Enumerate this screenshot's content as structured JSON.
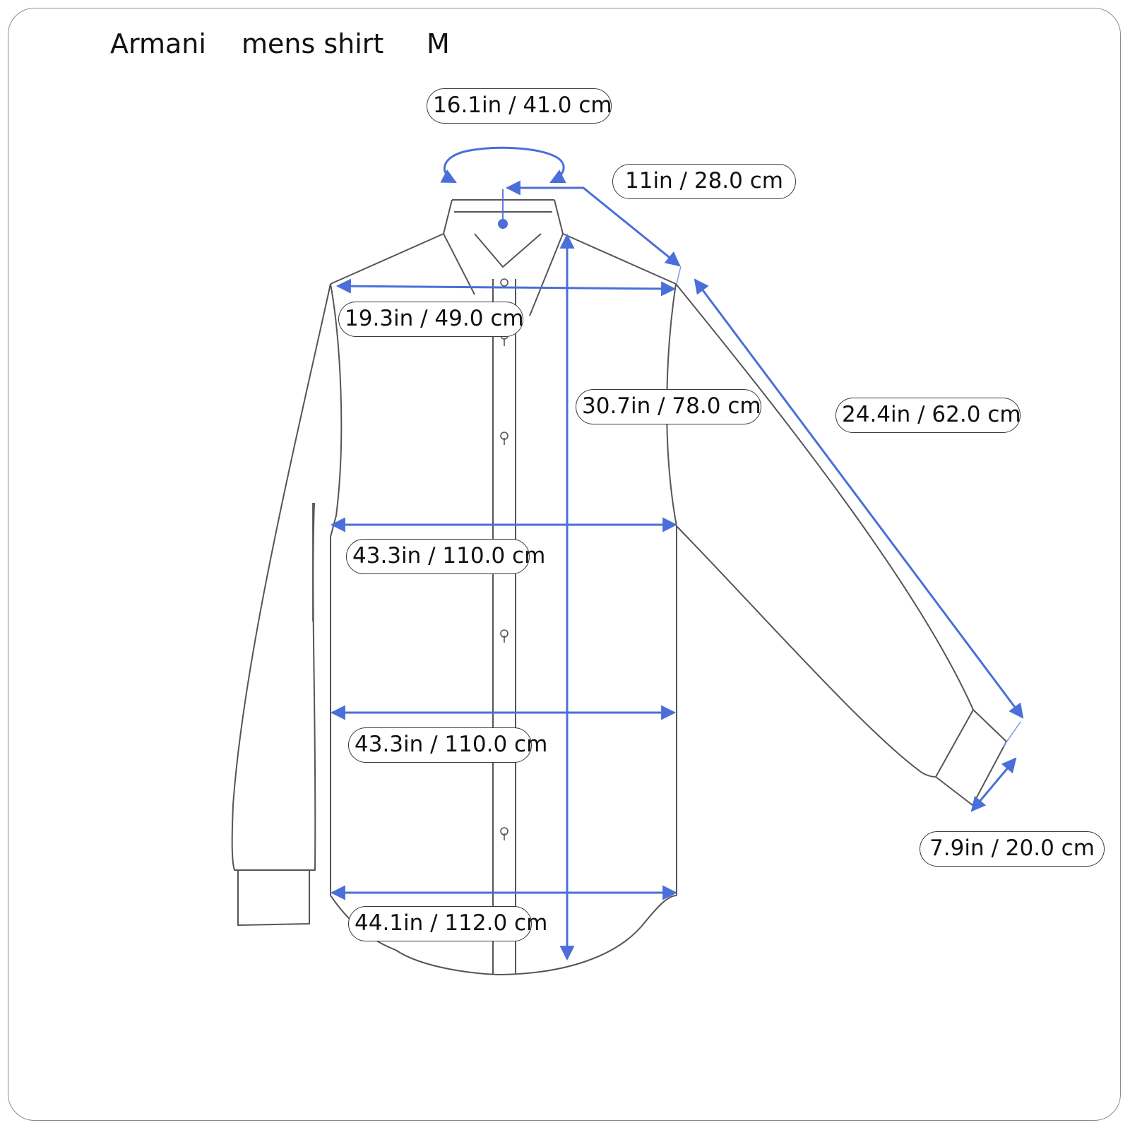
{
  "header": {
    "brand": "Armani",
    "item": "mens shirt",
    "size": "M"
  },
  "measurements": {
    "collar": "16.1in / 41.0 cm",
    "shoulder_seam": "11in / 28.0 cm",
    "shoulder_width": "19.3in / 49.0 cm",
    "length": "30.7in / 78.0 cm",
    "sleeve": "24.4in / 62.0 cm",
    "chest": "43.3in / 110.0 cm",
    "waist": "43.3in / 110.0 cm",
    "hem": "44.1in / 112.0 cm",
    "cuff": "7.9in / 20.0 cm"
  },
  "colors": {
    "outline": "#555555",
    "measure": "#4a6fd9",
    "border": "#8c8c8c"
  }
}
